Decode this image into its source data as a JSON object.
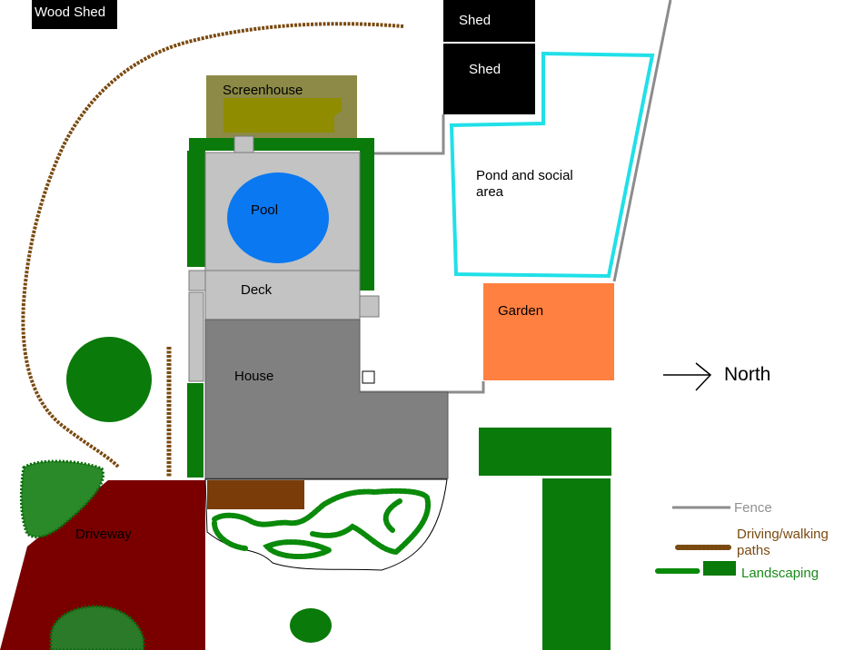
{
  "labels": {
    "wood_shed": "Wood Shed",
    "shed_top": "Shed",
    "shed_main": "Shed",
    "screenhouse": "Screenhouse",
    "pool": "Pool",
    "deck": "Deck",
    "house": "House",
    "pond_line1": "Pond and social",
    "pond_line2": "area",
    "garden": "Garden",
    "driveway": "Driveway",
    "north": "North"
  },
  "legend": {
    "fence": "Fence",
    "paths_line1": "Driving/walking",
    "paths_line2": "paths",
    "landscaping": "Landscaping"
  },
  "colors": {
    "background": "#ffffff",
    "shed": "#000000",
    "screenhouse_frame": "#8c8a46",
    "screenhouse_fill": "#8f8c00",
    "deck_pool_area": "#c3c3c3",
    "pool_water": "#0a78f0",
    "house": "#808080",
    "garden": "#ff8040",
    "driveway": "#7a0000",
    "landscaping": "#0a7a0a",
    "path": "#7a4a10",
    "fence": "#8c8c8c",
    "pond_outline": "#20e0e8",
    "brown_bed": "#7a3c08",
    "fence_label": "#909090",
    "paths_label": "#7a4a10",
    "landscaping_label": "#1a8a1a"
  }
}
